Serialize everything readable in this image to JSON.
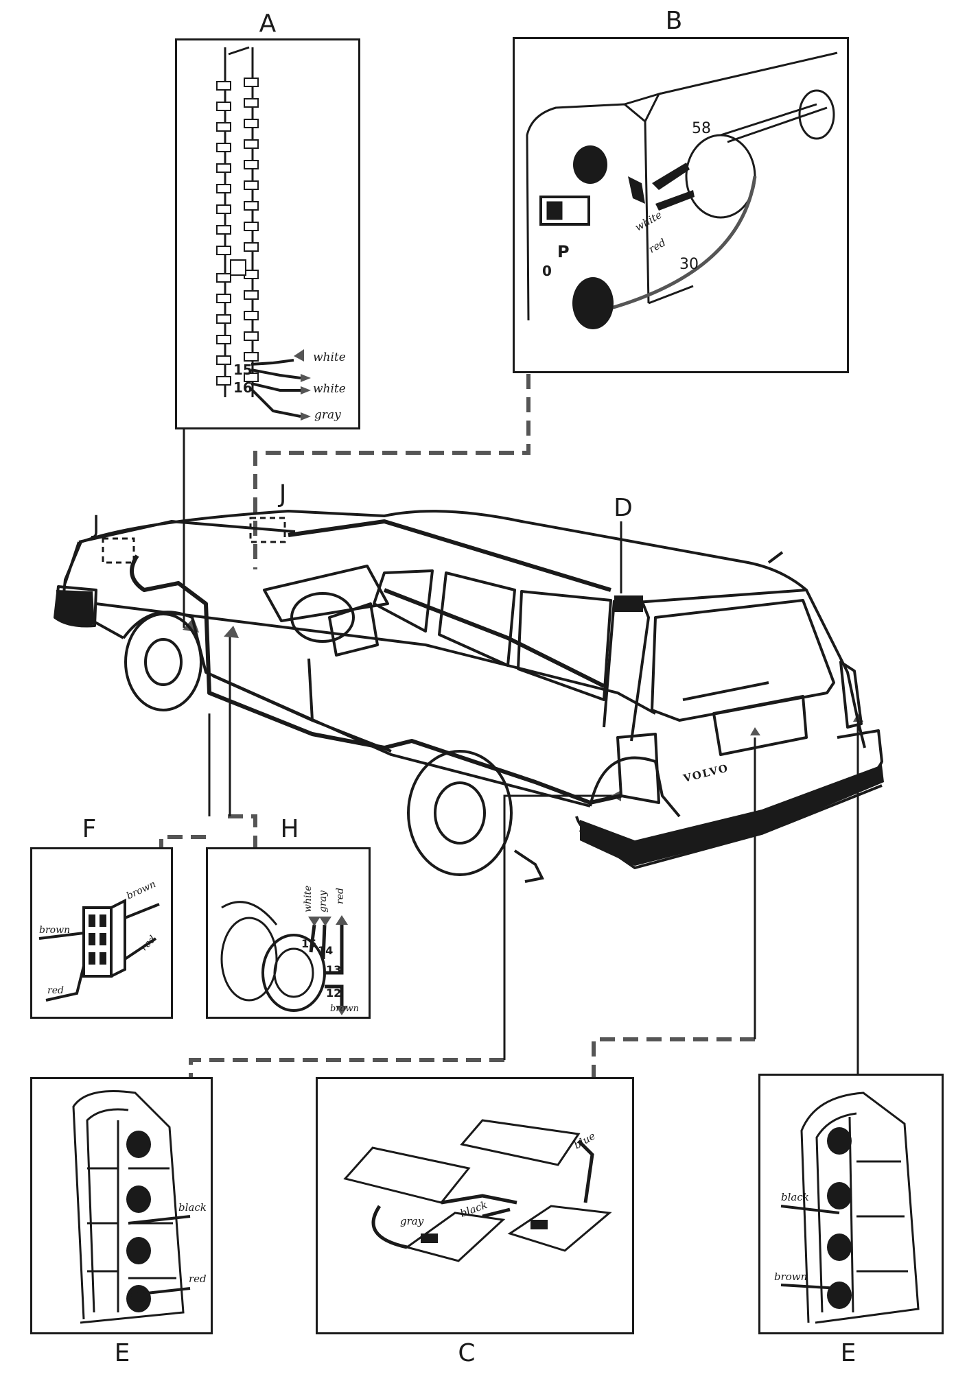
{
  "labels": {
    "A": "A",
    "B": "B",
    "C": "C",
    "D": "D",
    "E_left": "E",
    "E_right": "E",
    "F": "F",
    "H": "H",
    "J_left": "J",
    "J_right": "J"
  },
  "panel_A": {
    "pin_15": "15",
    "pin_16": "16",
    "wires": [
      "white",
      "white",
      "gray"
    ]
  },
  "panel_B": {
    "terminal_58": "58",
    "terminal_30": "30",
    "wire_white": "white",
    "wire_red": "red",
    "switch_zero": "0",
    "switch_p": "P"
  },
  "panel_F": {
    "wires": [
      "brown",
      "brown",
      "red",
      "red"
    ]
  },
  "panel_H": {
    "wires_top": [
      "white",
      "gray",
      "red"
    ],
    "pins": [
      "15",
      "14",
      "13",
      "12"
    ],
    "wire_bottom": "brown"
  },
  "panel_C": {
    "wires": [
      "blue",
      "gray",
      "black"
    ]
  },
  "panel_E_left": {
    "wires": [
      "black",
      "red"
    ]
  },
  "panel_E_right": {
    "wires": [
      "black",
      "brown"
    ]
  },
  "car": {
    "badge": "VOLVO"
  },
  "colors": {
    "ink": "#1a1a1a",
    "paper": "#ffffff",
    "gray": "#555555"
  }
}
